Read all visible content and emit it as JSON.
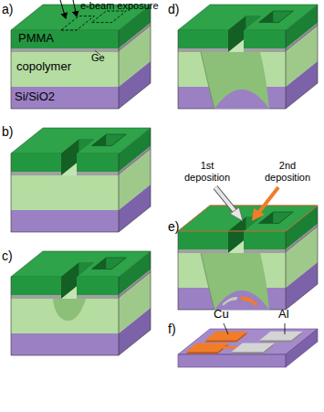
{
  "diagram": {
    "labels": [
      "a)",
      "e-beam exposure",
      "PMMA",
      "copolymer",
      "Ge",
      "Si/SiO2",
      "b)",
      "c)",
      "d)",
      "1st deposition",
      "2nd deposition",
      "e)",
      "f)",
      "Cu",
      "Al"
    ]
  }
}
